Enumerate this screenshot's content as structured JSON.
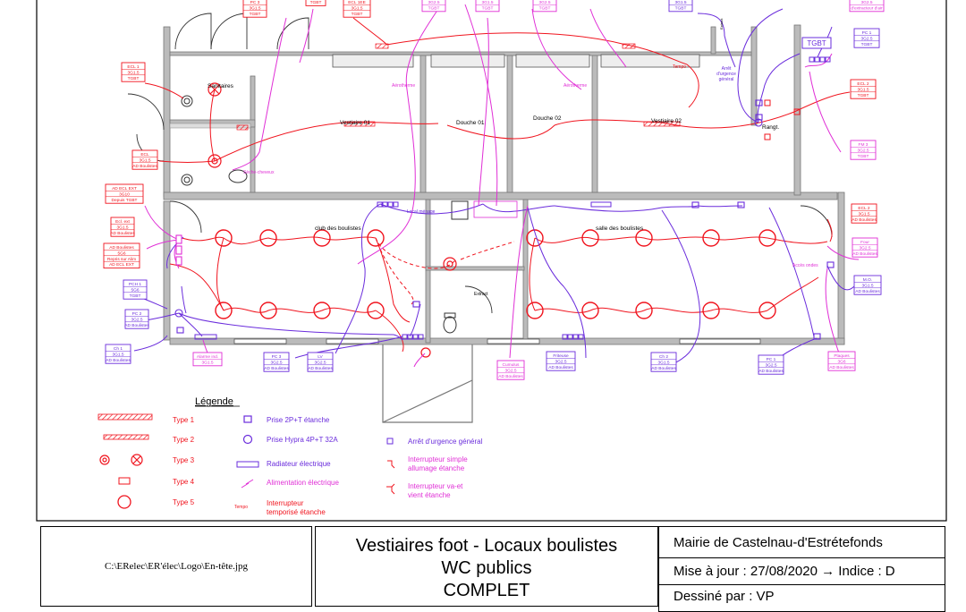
{
  "labels": {
    "top_tags": [
      [
        "PC 3",
        "3G1.5",
        "TGBT"
      ],
      [
        "TGBT"
      ],
      [
        "ECL 1EE",
        "3G1.5",
        "TGBT"
      ],
      [
        "3G2.5",
        "TGBT"
      ],
      [
        "3G1.5",
        "TGBT"
      ],
      [
        "3G2.5",
        "TGBT"
      ],
      [
        "3G1.5",
        "TGBT"
      ],
      [
        "3G2.5",
        "d'extracteur d'air"
      ]
    ],
    "ecl1": [
      "ECL 1",
      "3G1.5",
      "TGBT"
    ],
    "ecl_mid": [
      "ECL",
      "3G1.5",
      "AD Boulistes"
    ],
    "ad_ecl_ext": [
      "AD ECL EXT",
      "3G10",
      "Depuis TGBT"
    ],
    "ecl_ext": [
      "Ecl. ext",
      "3G1.5",
      "AD Boulistes"
    ],
    "ad_boulistes": [
      "AD Boulistes",
      "5G6",
      "Repris sur Alim",
      "AD ECL EXT"
    ],
    "pch1": [
      "PCH 1",
      "5G6",
      "TGBT"
    ],
    "pc2": [
      "PC 2",
      "3G2.5",
      "AD Boulistes"
    ],
    "ch1": [
      "Ch 1",
      "3G1.5",
      "AD Boulistes"
    ],
    "alarme": [
      "Alarme ind.",
      "3G1.5"
    ],
    "pc3b": [
      "PC 3",
      "3G2.5",
      "AD Boulistes"
    ],
    "lv": [
      "LV",
      "3G2.5",
      "AD Boulistes"
    ],
    "cumulus": [
      "Cumulus",
      "3G2.5",
      "AD Boulistes"
    ],
    "friteuse": [
      "Friteuse",
      "3G2.5",
      "AD Boulistes"
    ],
    "ch2": [
      "Ch 2",
      "3G1.5",
      "AD Boulistes"
    ],
    "pc1": [
      "PC 1",
      "3G2.5",
      "AD Boulistes"
    ],
    "plaques": [
      "Plaques",
      "3G6",
      "AD Boulistes"
    ],
    "pc_tgbt": [
      "PC 1",
      "3G2.5",
      "TGBT"
    ],
    "ecl2": [
      "ECL 2",
      "3G1.5",
      "TGBT"
    ],
    "fm3": [
      "FM 3",
      "3G2.5",
      "TGBT"
    ],
    "ecl2b": [
      "ECL 2",
      "3G1.5",
      "AD Boulistes"
    ],
    "four": [
      "Four",
      "3G2.5",
      "AD Boulistes"
    ],
    "mo": [
      "M.O.",
      "3G1.5",
      "AD Boulistes"
    ],
    "extract": "Extract",
    "tgbt": "TGBT",
    "arret_urgence": [
      "Arrêt",
      "d'urgence",
      "général"
    ],
    "rooms": {
      "sanitaires": "Sanitaires",
      "vestiaire01": "Vestiaire 01",
      "douche01": "Douche 01",
      "douche02": "Douche 02",
      "vestiaire02": "Vestiaire 02",
      "rangt": "Rangt.",
      "club": "club des boulistes",
      "salle": "salle des boulistes",
      "local": "Local ménage",
      "acces": "Accès ondes"
    },
    "seche": "Sèche-cheveux",
    "aerotherme1": "Aérotherme",
    "aerotherme2": "Aérotherme",
    "tempo": "Tempo",
    "extract_bottom": "Extract"
  },
  "legend": {
    "title": "Légende",
    "types": [
      "Type 1",
      "Type 2",
      "Type 3",
      "Type 4",
      "Type 5"
    ],
    "items_mid": [
      "Prise 2P+T étanche",
      "Prise Hypra 4P+T  32A",
      "Radiateur électrique",
      "Alimentation électrique",
      "Interrupteur",
      "temporisé étanche"
    ],
    "tempo_small": "Tempo",
    "items_right": [
      "Arrêt d'urgence général",
      "Interrupteur simple",
      "allumage étanche",
      "Interrupteur va-et",
      "vient étanche"
    ]
  },
  "title_block": {
    "logo_path": "C:\\ERelec\\ER'élec\\Logo\\En-tête.jpg",
    "title_lines": [
      "Vestiaires foot - Locaux boulistes",
      "WC publics",
      "COMPLET"
    ],
    "client": "Mairie de Castelnau-d'Estrétefonds",
    "update": "Mise à jour : 27/08/2020  → Indice : D",
    "drawn": "Dessiné par : VP"
  },
  "colors": {
    "red": "#f0141e",
    "purple": "#6a2cdc",
    "magenta": "#e02fd6",
    "wall": "#9a9a9a"
  }
}
